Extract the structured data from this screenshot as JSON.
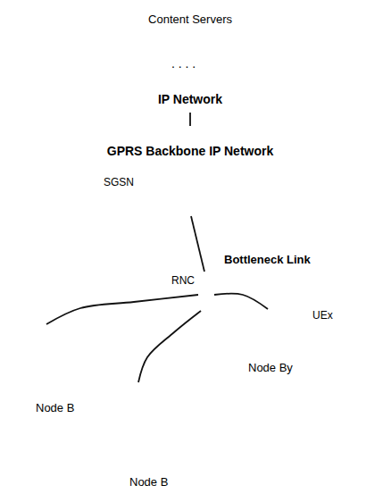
{
  "diagram": {
    "nodes": [
      {
        "text": [
          "Content Servers",
          "IP Network"
        ]
      },
      {
        "text": [
          "GPRS Backbone IP Network"
        ]
      },
      {
        "text": [
          "SGSN"
        ],
        "in": 1
      },
      {
        "text": [
          "RNC"
        ]
      },
      {
        "text": [
          "Node B"
        ]
      },
      {
        "text": [
          "Node B"
        ]
      },
      {
        "text": [
          "Node By"
        ]
      }
    ],
    "edges": [
      {
        "from": 0,
        "to": 1,
        "arrow": "none"
      },
      {
        "from": 2,
        "to": 3,
        "label": "Bottleneck Link",
        "arrow": "none"
      },
      {
        "from": 3,
        "to": 4,
        "arrow": "none"
      },
      {
        "from": 3,
        "to": 5,
        "arrow": "none"
      },
      {
        "from": 3,
        "to": 6,
        "arrow": "none"
      }
    ],
    "labels": [
      ". . . .",
      "UEx"
    ]
  }
}
